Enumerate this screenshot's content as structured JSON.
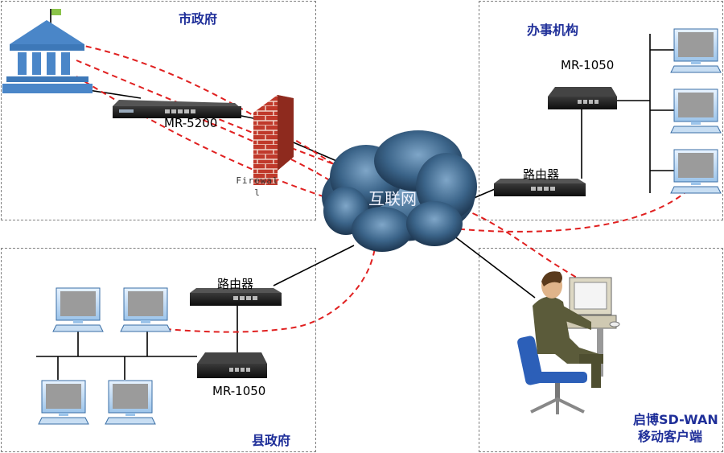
{
  "regions": {
    "city": {
      "title": "市政府"
    },
    "office": {
      "title": "办事机构"
    },
    "county": {
      "title": "县政府"
    },
    "mobile": {
      "title_line1": "启博SD-WAN",
      "title_line2": "移动客户端"
    }
  },
  "devices": {
    "city_gateway": "MR-5200",
    "office_gateway": "MR-1050",
    "office_router": "路由器",
    "county_router": "路由器",
    "county_gateway": "MR-1050"
  },
  "firewall": {
    "line1": "Firewal",
    "line2": "l"
  },
  "internet": {
    "label": "互联网"
  },
  "colors": {
    "panel_title": "#1f2f99",
    "vpn_tunnel": "#e02020",
    "building": "#4a86c8",
    "cloud": "#2b4f73"
  },
  "icons": [
    "building-icon",
    "router-icon",
    "firewall-icon",
    "cloud-icon",
    "computer-icon",
    "person-icon"
  ]
}
